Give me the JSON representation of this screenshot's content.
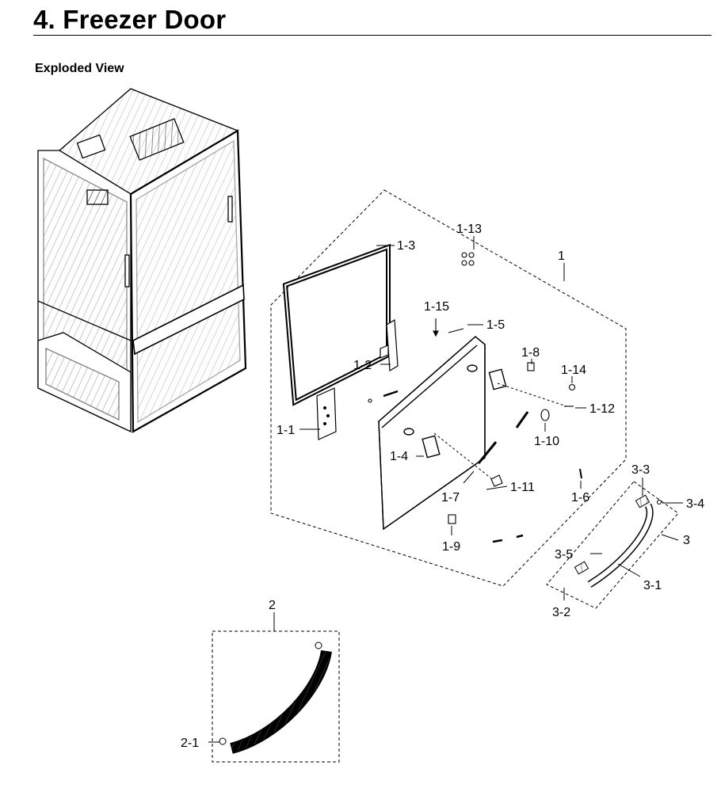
{
  "page": {
    "title": "4.  Freezer Door",
    "subtitle": "Exploded View"
  },
  "callouts": {
    "p1": "1",
    "p1_1": "1-1",
    "p1_2": "1-2",
    "p1_3": "1-3",
    "p1_4": "1-4",
    "p1_5": "1-5",
    "p1_6": "1-6",
    "p1_7": "1-7",
    "p1_8": "1-8",
    "p1_9": "1-9",
    "p1_10": "1-10",
    "p1_11": "1-11",
    "p1_12": "1-12",
    "p1_13": "1-13",
    "p1_14": "1-14",
    "p1_15": "1-15",
    "p2": "2",
    "p2_1": "2-1",
    "p3": "3",
    "p3_1": "3-1",
    "p3_2": "3-2",
    "p3_3": "3-3",
    "p3_4": "3-4",
    "p3_5": "3-5"
  }
}
